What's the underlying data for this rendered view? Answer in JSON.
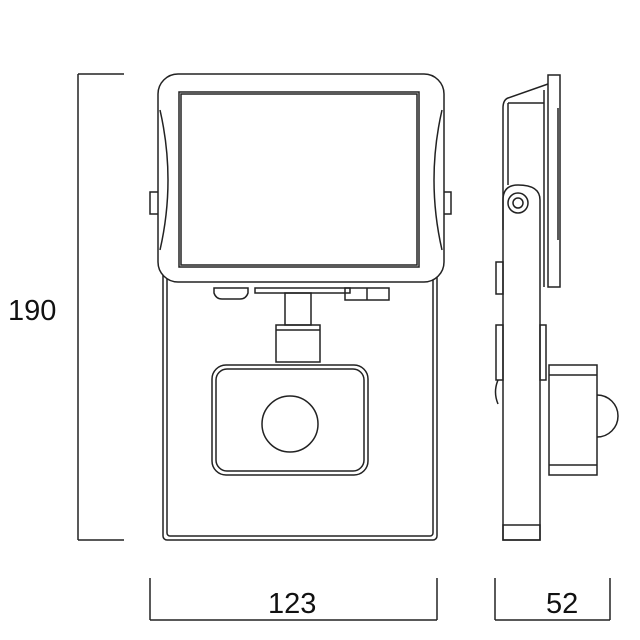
{
  "dimensions": {
    "height_label": "190",
    "width_label": "123",
    "depth_label": "52"
  },
  "colors": {
    "line": "#222222",
    "background": "#ffffff"
  }
}
